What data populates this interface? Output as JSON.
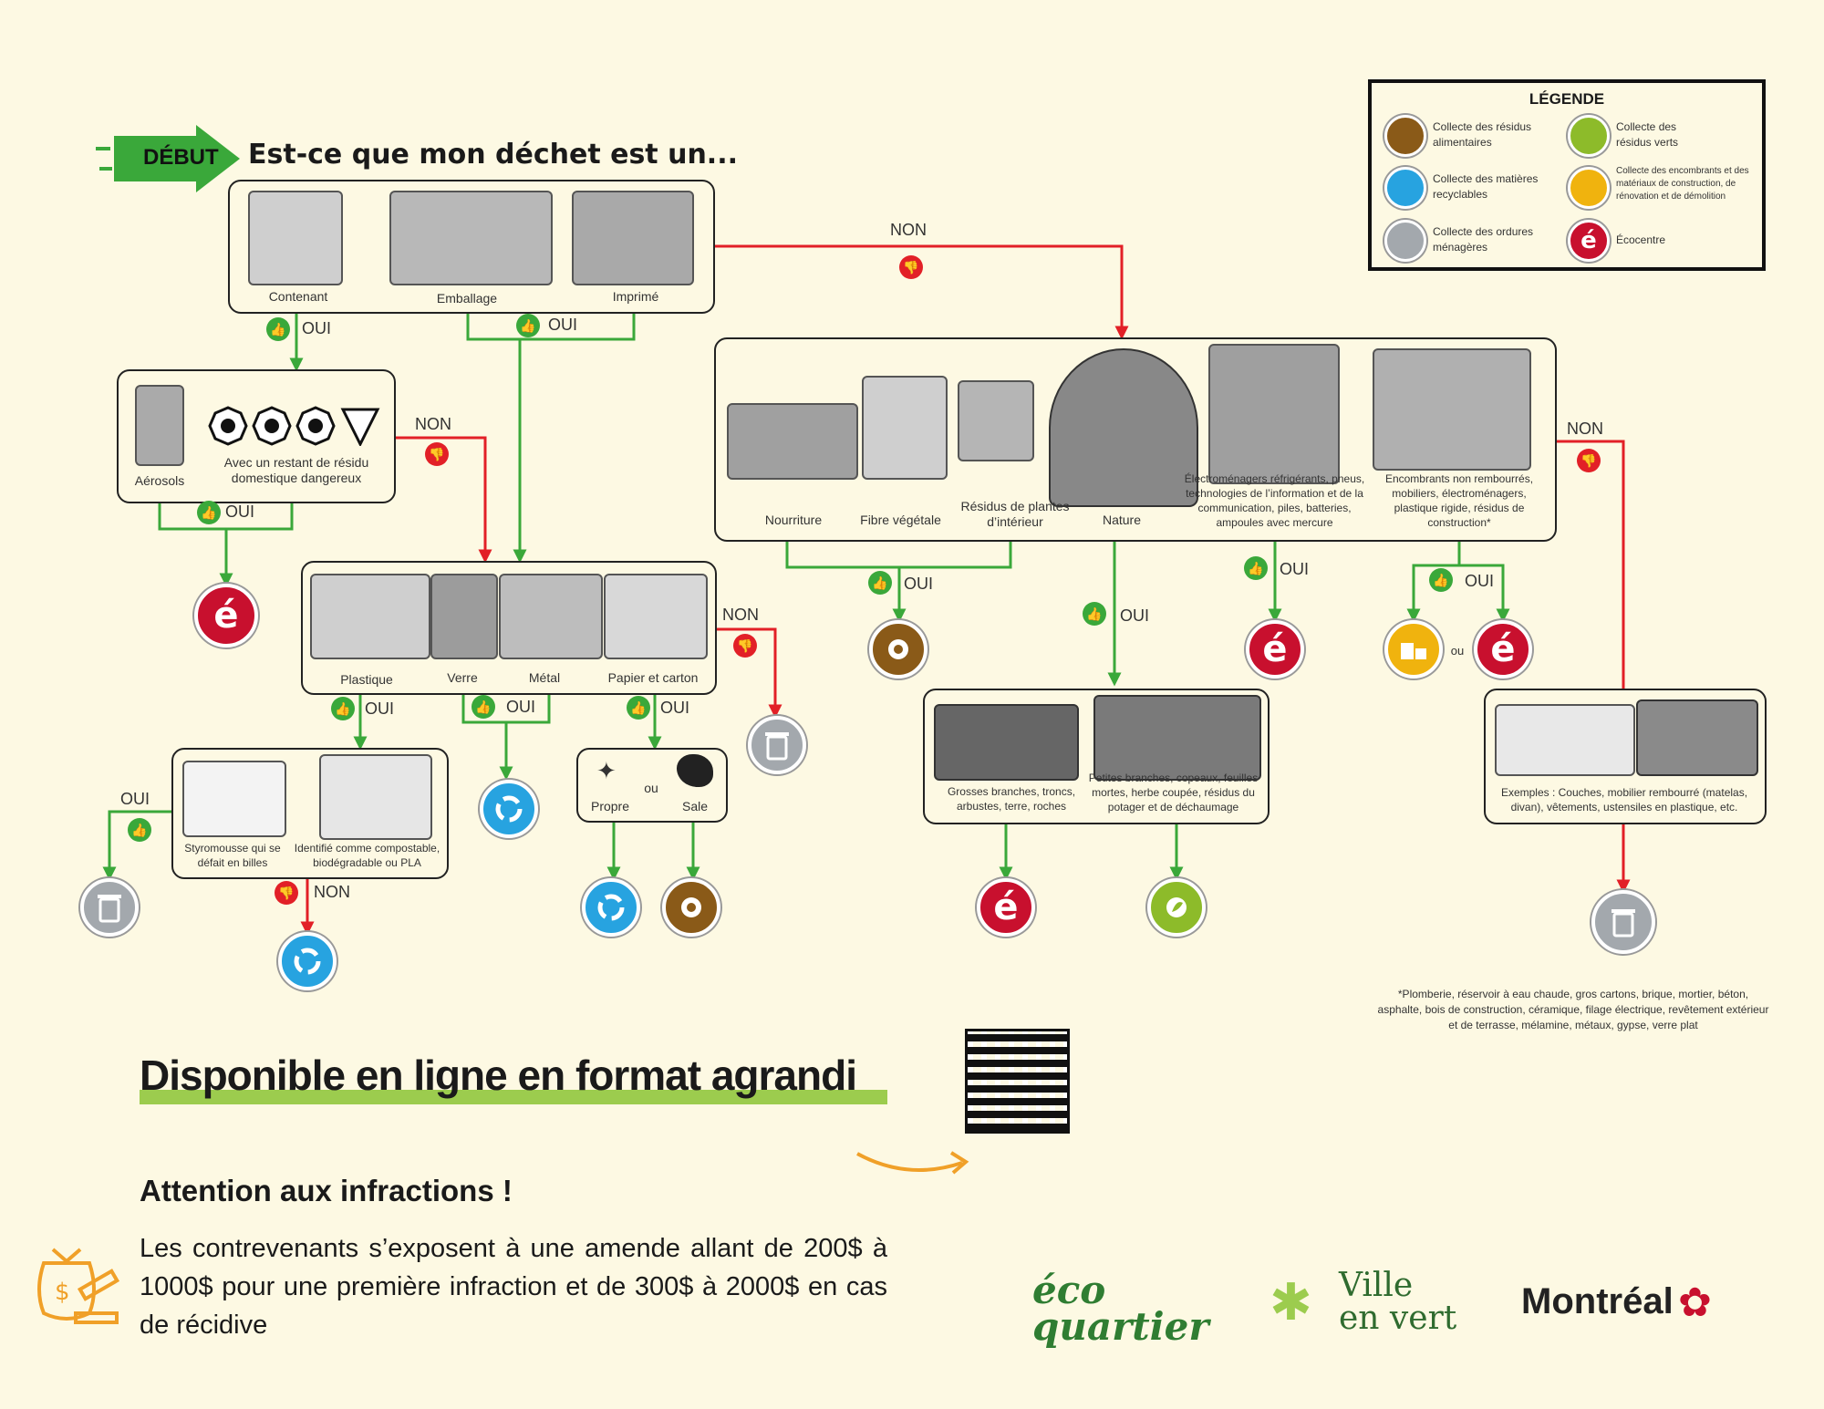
{
  "start": {
    "badge": "DÉBUT",
    "question": "Est-ce que mon déchet est un..."
  },
  "answers": {
    "yes": "OUI",
    "no": "NON",
    "or": "ou"
  },
  "top_box": {
    "items": [
      "Contenant",
      "Emballage",
      "Imprimé"
    ]
  },
  "hazard_box": {
    "items": [
      "Aérosols",
      "Avec un restant de résidu domestique dangereux"
    ]
  },
  "material_box": {
    "items": [
      "Plastique",
      "Verre",
      "Métal",
      "Papier et carton"
    ]
  },
  "styro_box": {
    "items": [
      "Styromousse qui se défait en billes",
      "Identifié comme compostable, biodégradable ou PLA"
    ]
  },
  "clean_box": {
    "items": [
      "Propre",
      "Sale"
    ]
  },
  "organic_box": {
    "items": [
      "Nourriture",
      "Fibre végétale",
      "Résidus de plantes d’intérieur",
      "Nature",
      "Électroménagers réfrigérants, pneus, technologies de l’information et de la communication, piles, batteries, ampoules avec mercure",
      "Encombrants non rembourrés, mobiliers, électroménagers, plastique rigide, résidus de construction*"
    ]
  },
  "nature_box": {
    "items": [
      "Grosses branches, troncs, arbustes, terre, roches",
      "Petites branches, copeaux, feuilles mortes, herbe coupée, résidus du potager et de déchaumage"
    ]
  },
  "other_box": {
    "text": "Exemples : Couches, mobilier rembourré (matelas, divan), vêtements, ustensiles en plastique, etc."
  },
  "legend": {
    "title": "LÉGENDE",
    "items": [
      {
        "label": "Collecte des résidus alimentaires",
        "icon": "food-collection-icon",
        "color": "#8a5a18"
      },
      {
        "label": "Collecte des résidus verts",
        "icon": "green-waste-icon",
        "color": "#8dbb2a"
      },
      {
        "label": "Collecte des matières recyclables",
        "icon": "recycling-icon",
        "color": "#27a3e0"
      },
      {
        "label": "Collecte des encombrants et des matériaux de construction, de rénovation et de démolition",
        "icon": "bulky-items-icon",
        "color": "#f0b30e"
      },
      {
        "label": "Collecte des ordures ménagères",
        "icon": "trash-icon",
        "color": "#a3a8ad"
      },
      {
        "label": "Écocentre",
        "icon": "ecocentre-icon",
        "color": "#c8102e"
      }
    ]
  },
  "footnote": "*Plomberie, réservoir à eau chaude, gros cartons, brique, mortier, béton, asphalte, bois de construction, céramique, filage électrique, revêtement extérieur et de terrasse, mélamine, métaux, gypse, verre plat",
  "online": {
    "title": "Disponible en ligne en format agrandi"
  },
  "warning": {
    "title": "Attention aux infractions !",
    "text": "Les contrevenants s’exposent à une amende allant de 200$ à 1000$ pour une première infraction et de 300$ à 2000$ en cas de récidive"
  },
  "logos": {
    "eco": "éco quartier",
    "ville_line1": "Ville",
    "ville_line2": "en vert",
    "montreal": "Montréal"
  },
  "ecocentre_letter": "é",
  "colors": {
    "yes": "#3aa83a",
    "no": "#e22027",
    "background": "#fdf9e3",
    "highlight": "#9ccc4e",
    "accent_orange": "#f0a028"
  }
}
